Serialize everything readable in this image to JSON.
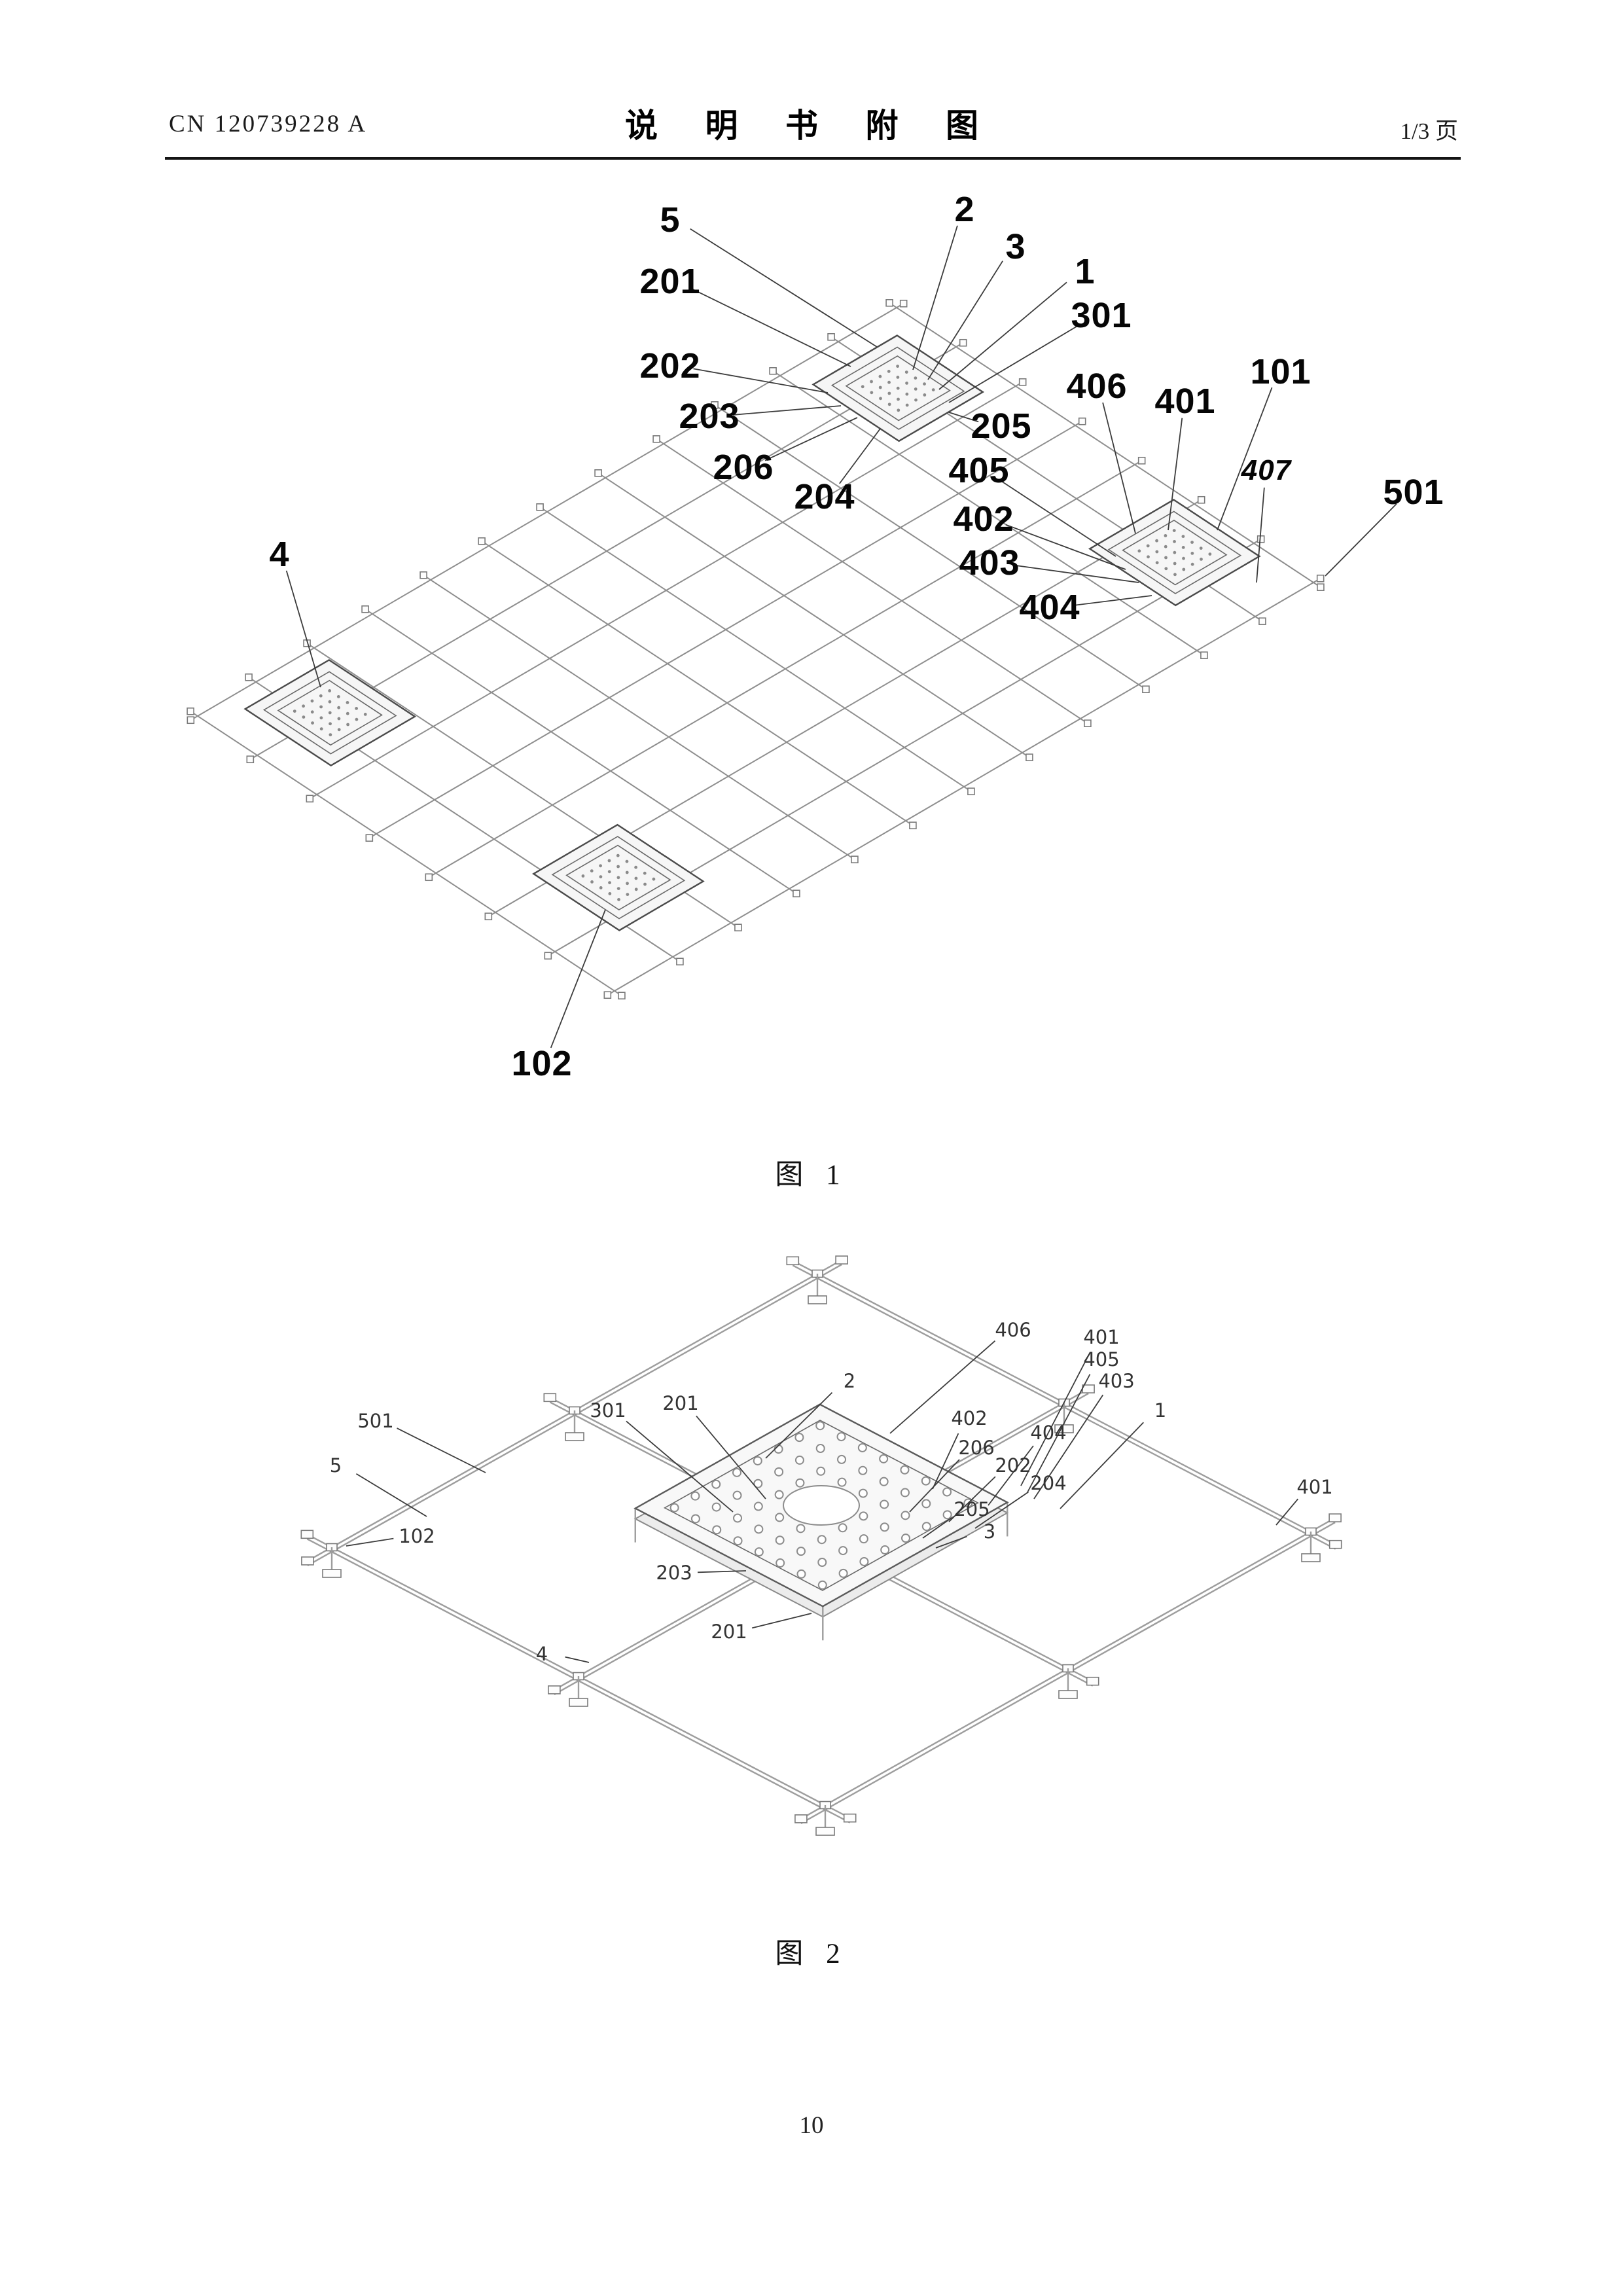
{
  "header": {
    "doc_number": "CN 120739228 A",
    "title": "说 明 书 附 图",
    "page_indicator": "1/3 页"
  },
  "figures": [
    {
      "caption": "图 1",
      "labels": [
        "5",
        "2",
        "3",
        "1",
        "301",
        "201",
        "202",
        "203",
        "206",
        "204",
        "205",
        "406",
        "401",
        "101",
        "405",
        "402",
        "403",
        "404",
        "407",
        "501",
        "4",
        "102"
      ]
    },
    {
      "caption": "图 2",
      "labels": [
        "501",
        "5",
        "102",
        "301",
        "201",
        "2",
        "406",
        "401",
        "405",
        "403",
        "402",
        "404",
        "206",
        "202",
        "204",
        "205",
        "3",
        "1",
        "401",
        "203",
        "201",
        "4"
      ]
    }
  ],
  "footer": {
    "page_number": "10"
  }
}
